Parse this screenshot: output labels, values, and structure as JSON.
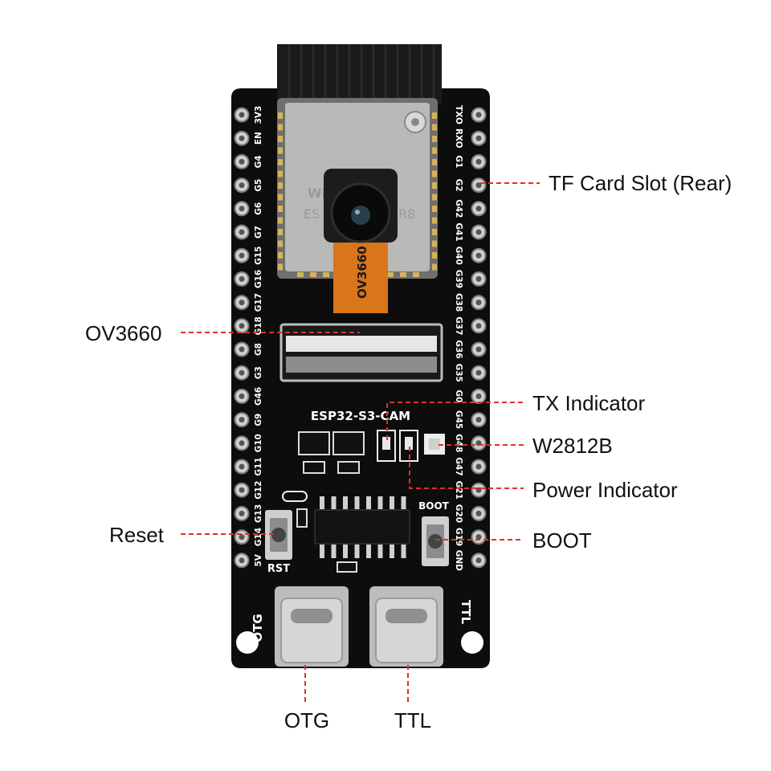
{
  "board": {
    "name": "ESP32-S3-CAM",
    "camera_flex_label": "OV3660",
    "module_label_left": "ES",
    "module_label_right": "R8",
    "module_logo": "Wi",
    "rst_label": "RST",
    "boot_label": "BOOT",
    "otg_label": "OTG",
    "ttl_label": "TTL",
    "left_pins": [
      "3V3",
      "EN",
      "G4",
      "G5",
      "G6",
      "G7",
      "G15",
      "G16",
      "G17",
      "G18",
      "G8",
      "G3",
      "G46",
      "G9",
      "G10",
      "G11",
      "G12",
      "G13",
      "G14",
      "5V"
    ],
    "right_pins": [
      "TXO",
      "RXO",
      "G1",
      "G2",
      "G42",
      "G41",
      "G40",
      "G39",
      "G38",
      "G37",
      "G36",
      "G35",
      "G0",
      "G45",
      "G48",
      "G47",
      "G21",
      "G20",
      "G19",
      "GND"
    ]
  },
  "callouts": {
    "tf_card": "TF Card Slot (Rear)",
    "ov3660": "OV3660",
    "tx_indicator": "TX Indicator",
    "w2812b": "W2812B",
    "power_indicator": "Power Indicator",
    "reset": "Reset",
    "boot": "BOOT",
    "otg": "OTG",
    "ttl": "TTL"
  },
  "colors": {
    "pcb": "#0d0d0d",
    "leader": "#e0302c",
    "flex": "#d9751b"
  },
  "icons": [
    "wifi-logo-icon",
    "camera-lens-icon",
    "usb-c-port-icon",
    "push-button-icon"
  ]
}
